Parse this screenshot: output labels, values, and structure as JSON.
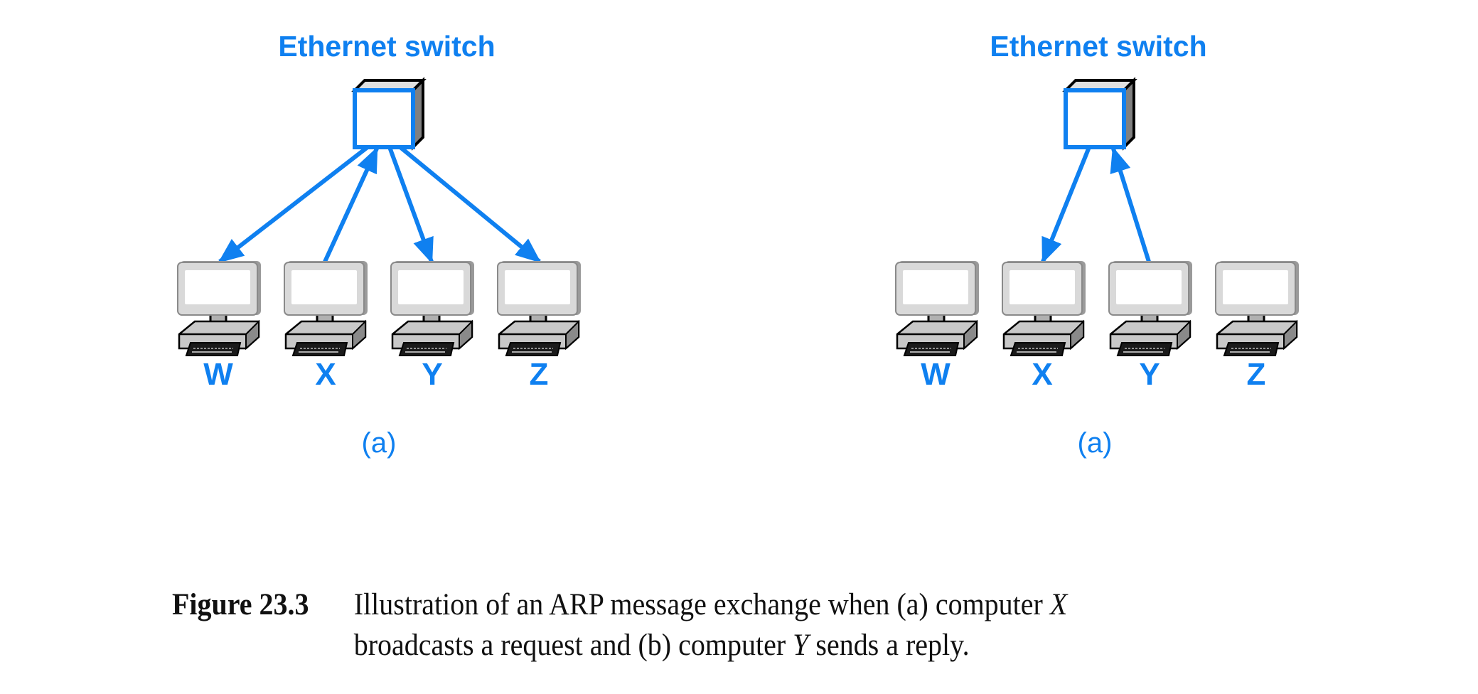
{
  "colors": {
    "accent_blue": "#0f80f0",
    "monitor_gray": "#d8d8d8",
    "dark_gray": "#808080",
    "caption_text": "#111111"
  },
  "panels": [
    {
      "id": "left",
      "title": "Ethernet switch",
      "sublabel": "(a)",
      "switch_icon": "network-switch-icon",
      "computers": [
        {
          "label": "W",
          "icon": "desktop-computer-icon"
        },
        {
          "label": "X",
          "icon": "desktop-computer-icon"
        },
        {
          "label": "Y",
          "icon": "desktop-computer-icon"
        },
        {
          "label": "Z",
          "icon": "desktop-computer-icon"
        }
      ],
      "arrows": [
        {
          "from": "switch",
          "to": "W",
          "meaning": "broadcast delivery"
        },
        {
          "from": "X",
          "to": "switch",
          "meaning": "ARP request"
        },
        {
          "from": "switch",
          "to": "Y",
          "meaning": "broadcast delivery"
        },
        {
          "from": "switch",
          "to": "Z",
          "meaning": "broadcast delivery"
        }
      ]
    },
    {
      "id": "right",
      "title": "Ethernet switch",
      "sublabel": "(a)",
      "switch_icon": "network-switch-icon",
      "computers": [
        {
          "label": "W",
          "icon": "desktop-computer-icon"
        },
        {
          "label": "X",
          "icon": "desktop-computer-icon"
        },
        {
          "label": "Y",
          "icon": "desktop-computer-icon"
        },
        {
          "label": "Z",
          "icon": "desktop-computer-icon"
        }
      ],
      "arrows": [
        {
          "from": "switch",
          "to": "X",
          "meaning": "ARP reply delivery"
        },
        {
          "from": "Y",
          "to": "switch",
          "meaning": "ARP reply"
        }
      ]
    }
  ],
  "caption": {
    "figure_number": "Figure 23.3",
    "line1_a": "Illustration of an ARP message exchange when (a) computer ",
    "line1_var": "X",
    "line2_a": "broadcasts a request and (b) computer ",
    "line2_var": "Y",
    "line2_b": " sends a reply."
  }
}
